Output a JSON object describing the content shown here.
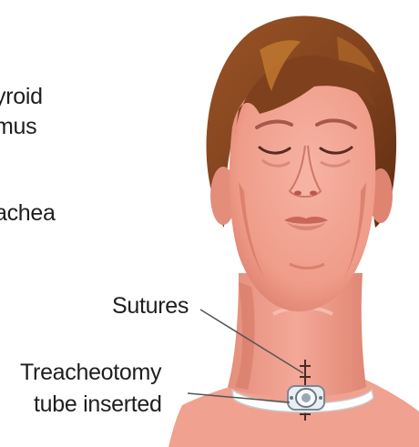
{
  "labels": {
    "thyroid_partial": "yroid",
    "isthmus_partial": "mus",
    "trachea_partial": "achea",
    "sutures": "Sutures",
    "tube_line1": "Treacheotomy",
    "tube_line2": "tube inserted"
  },
  "colors": {
    "skin": "#f2a08f",
    "skin_shadow": "#dc7c6c",
    "skin_highlight": "#f9c1b4",
    "hair": "#8a4a24",
    "hair_highlight": "#c0772f",
    "collar": "#ffffff",
    "leader_line": "#555555",
    "text": "#1e1e1e"
  }
}
